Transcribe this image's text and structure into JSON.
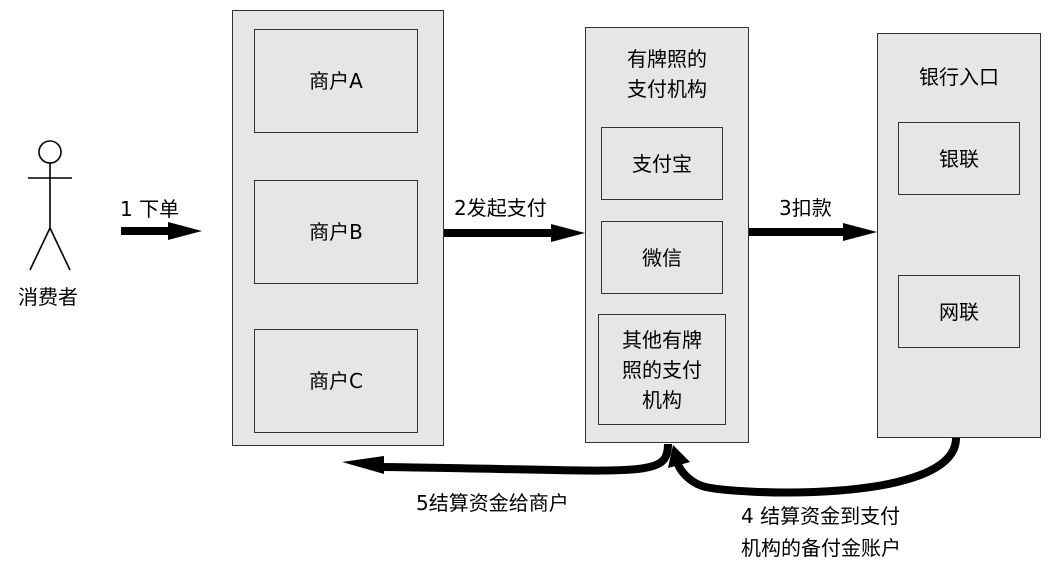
{
  "actor": {
    "label": "消费者"
  },
  "merchants": {
    "items": [
      {
        "label": "商户A"
      },
      {
        "label": "商户B"
      },
      {
        "label": "商户C"
      }
    ]
  },
  "payment_institutions": {
    "title_line1": "有牌照的",
    "title_line2": "支付机构",
    "items": [
      {
        "label": "支付宝"
      },
      {
        "label": "微信"
      },
      {
        "line1": "其他有牌",
        "line2": "照的支付",
        "line3": "机构"
      }
    ]
  },
  "bank": {
    "title": "银行入口",
    "items": [
      {
        "label": "银联"
      },
      {
        "label": "网联"
      }
    ]
  },
  "flows": {
    "step1": "1 下单",
    "step2": "2发起支付",
    "step3": "3扣款",
    "step4_line1": "4 结算资金到支付",
    "step4_line2": "机构的备付金账户",
    "step5": "5结算资金给商户"
  }
}
